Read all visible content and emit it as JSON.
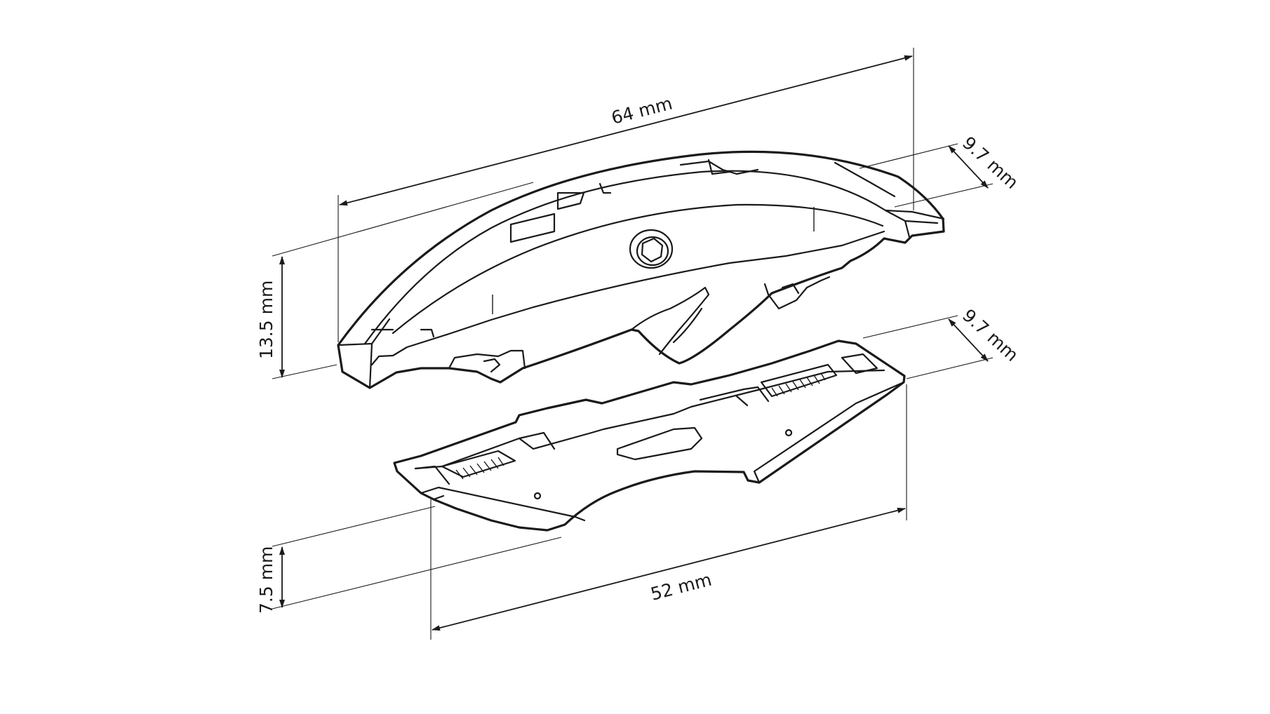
{
  "diagram": {
    "line_color": "#1a1a1a",
    "background": "#ffffff",
    "dimensions": {
      "upper_length": "64 mm",
      "upper_height": "13.5 mm",
      "upper_depth": "9.7 mm",
      "lower_depth": "9.7 mm",
      "lower_height": "7.5 mm",
      "lower_length": "52 mm"
    }
  }
}
